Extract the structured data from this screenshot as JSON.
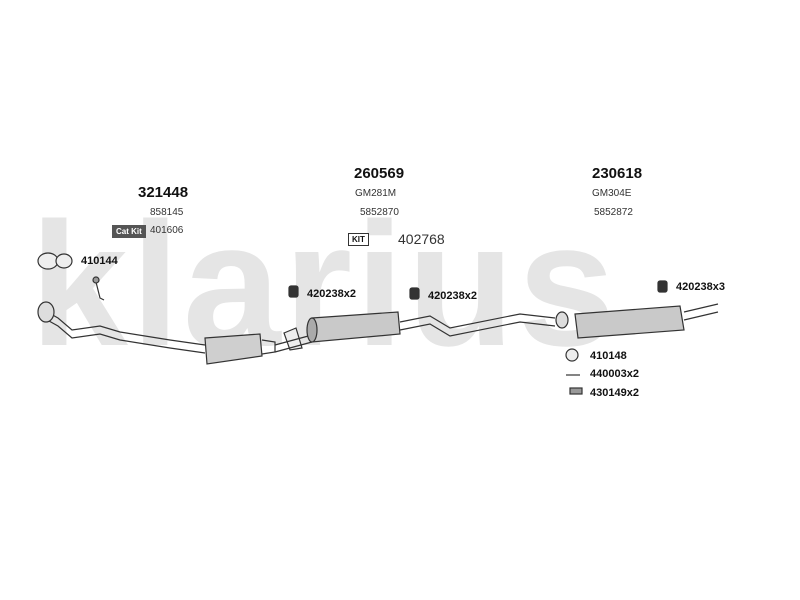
{
  "watermark": "klarius",
  "sections": {
    "front": {
      "part_no": "321448",
      "sub_no": "858145",
      "kit_tag": "Cat Kit",
      "kit_no": "401606"
    },
    "middle": {
      "part_no": "260569",
      "model": "GM281M",
      "sub_no": "5852870",
      "kit_tag": "KIT",
      "kit_no": "402768"
    },
    "rear": {
      "part_no": "230618",
      "model": "GM304E",
      "sub_no": "5852872"
    }
  },
  "fittings": {
    "gasket_front": "410144",
    "clamp_left": "420238x2",
    "clamp_mid": "420238x2",
    "clamp_right": "420238x3",
    "ring": "410148",
    "bolt": "440003x2",
    "spring": "430149x2"
  }
}
